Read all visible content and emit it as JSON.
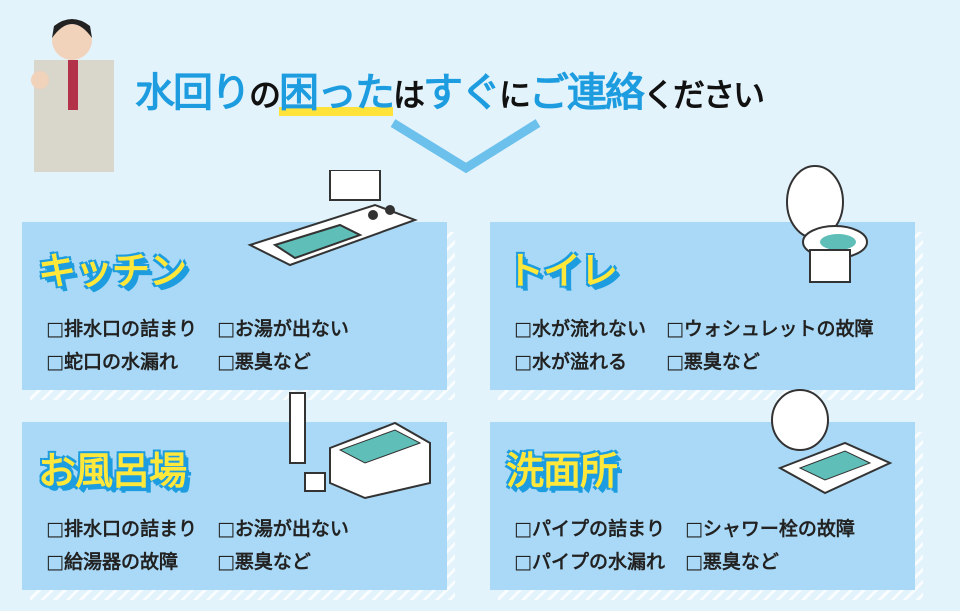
{
  "header": {
    "t1": "水回り",
    "t2": "の",
    "t3": "困った",
    "t4": "は",
    "t5": "すぐ",
    "t6": "に",
    "t7": "ご連絡",
    "t8": "ください"
  },
  "cards": [
    {
      "label": "キッチン",
      "items": [
        "排水口の詰まり",
        "お湯が出ない",
        "蛇口の水漏れ",
        "悪臭など"
      ]
    },
    {
      "label": "トイレ",
      "items": [
        "水が流れない",
        "ウォシュレットの故障",
        "水が溢れる",
        "悪臭など"
      ]
    },
    {
      "label": "お風呂場",
      "items": [
        "排水口の詰まり",
        "お湯が出ない",
        "給湯器の故障",
        "悪臭など"
      ]
    },
    {
      "label": "洗面所",
      "items": [
        "パイプの詰まり",
        "シャワー栓の故障",
        "パイプの水漏れ",
        "悪臭など"
      ]
    }
  ],
  "colors": {
    "accent": "#1d9de0",
    "card": "#a9d9f6",
    "highlight": "#ffe23a"
  }
}
